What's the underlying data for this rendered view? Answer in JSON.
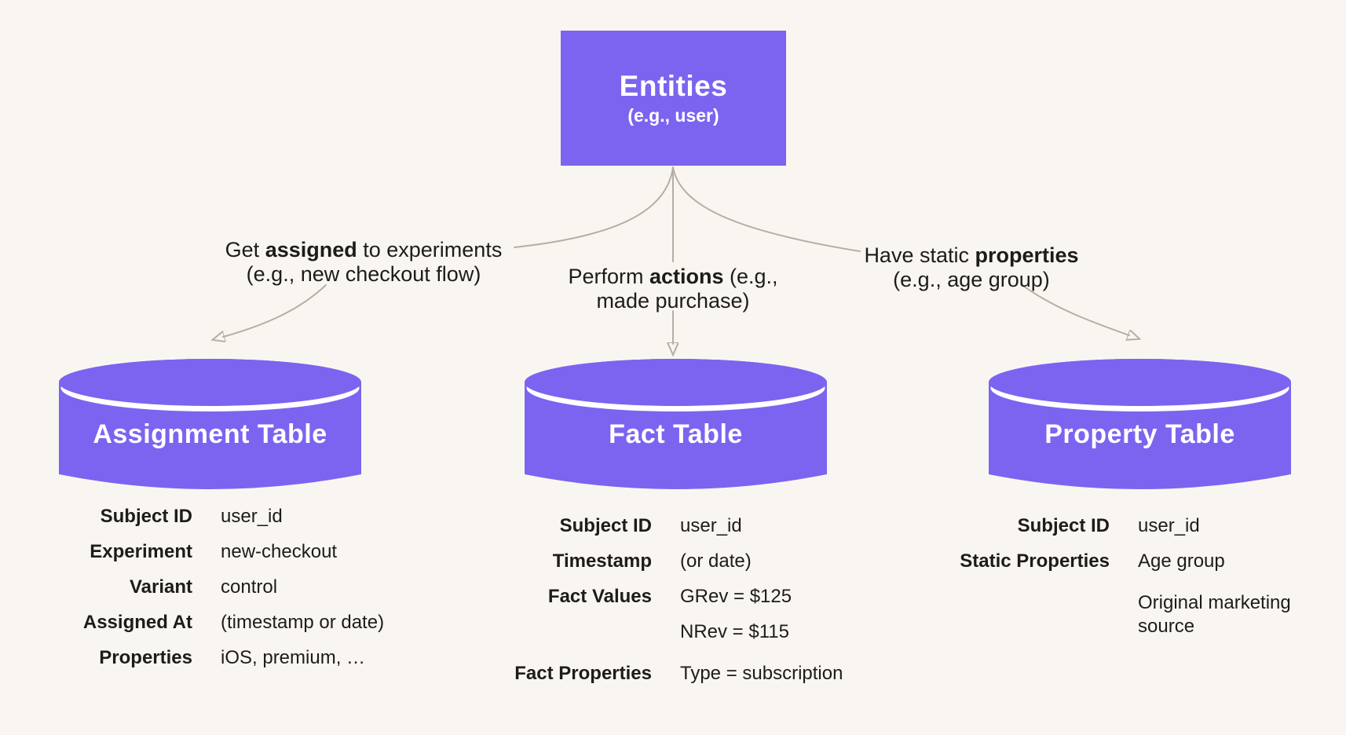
{
  "colors": {
    "purple": "#7C64F0",
    "background": "#F9F6F1",
    "connector": "#B6AEA4",
    "arrowhead": "#A9A198",
    "text": "#1E1C1A",
    "cylinder_title": "#FFFFFF"
  },
  "entities": {
    "title": "Entities",
    "subtitle": "(e.g., user)"
  },
  "edge_labels": {
    "assignment": {
      "pre": "Get ",
      "bold": "assigned",
      "post": " to experiments",
      "line2": "(e.g., new checkout flow)"
    },
    "fact": {
      "pre": "Perform ",
      "bold": "actions",
      "post": " (e.g.,",
      "line2": "made purchase)"
    },
    "property": {
      "pre": "Have static ",
      "bold": "properties",
      "post": "",
      "line2": "(e.g., age group)"
    }
  },
  "tables": [
    {
      "id": "assignment-table",
      "title": "Assignment Table",
      "rows": [
        {
          "key": "Subject ID",
          "values": [
            "user_id"
          ]
        },
        {
          "key": "Experiment",
          "values": [
            "new-checkout"
          ]
        },
        {
          "key": "Variant",
          "values": [
            "control"
          ]
        },
        {
          "key": "Assigned At",
          "values": [
            "(timestamp or date)"
          ]
        },
        {
          "key": "Properties",
          "values": [
            "iOS, premium, …"
          ]
        }
      ]
    },
    {
      "id": "fact-table",
      "title": "Fact Table",
      "rows": [
        {
          "key": "Subject ID",
          "values": [
            "user_id"
          ]
        },
        {
          "key": "Timestamp",
          "values": [
            "(or date)"
          ]
        },
        {
          "key": "Fact Values",
          "values": [
            "GRev = $125",
            "NRev = $115"
          ]
        },
        {
          "key": "Fact Properties",
          "values": [
            "Type = subscription"
          ]
        }
      ]
    },
    {
      "id": "property-table",
      "title": "Property Table",
      "rows": [
        {
          "key": "Subject ID",
          "values": [
            "user_id"
          ]
        },
        {
          "key": "Static Properties",
          "values": [
            "Age group",
            "Original marketing source"
          ]
        }
      ]
    }
  ]
}
